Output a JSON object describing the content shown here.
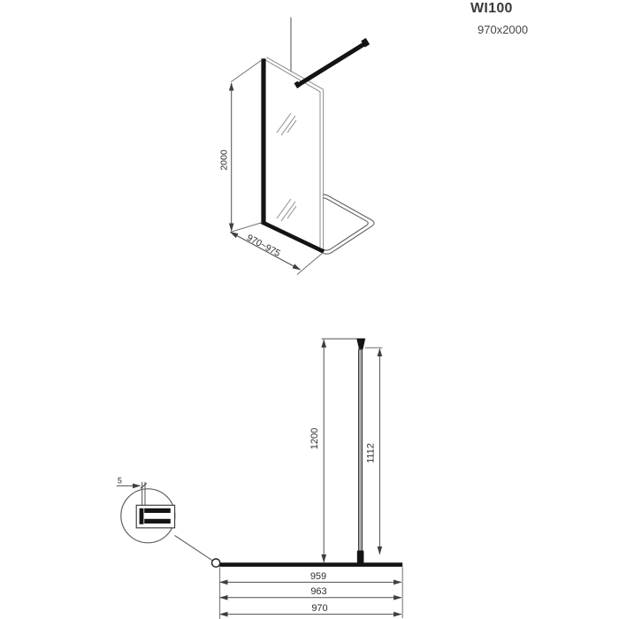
{
  "header": {
    "model": "WI100",
    "size": "970x2000"
  },
  "isometric_view": {
    "height_dim": "2000",
    "width_dim": "970~975"
  },
  "plan_view": {
    "overall_projection_dim": "1200",
    "bar_length_dim": "1112",
    "width_dims": [
      "959",
      "963",
      "970"
    ],
    "detail": {
      "profile_thickness_dim": "5"
    }
  },
  "colors": {
    "line": "#5f5f5f",
    "thick": "#141414",
    "text": "#2e2e2e"
  }
}
